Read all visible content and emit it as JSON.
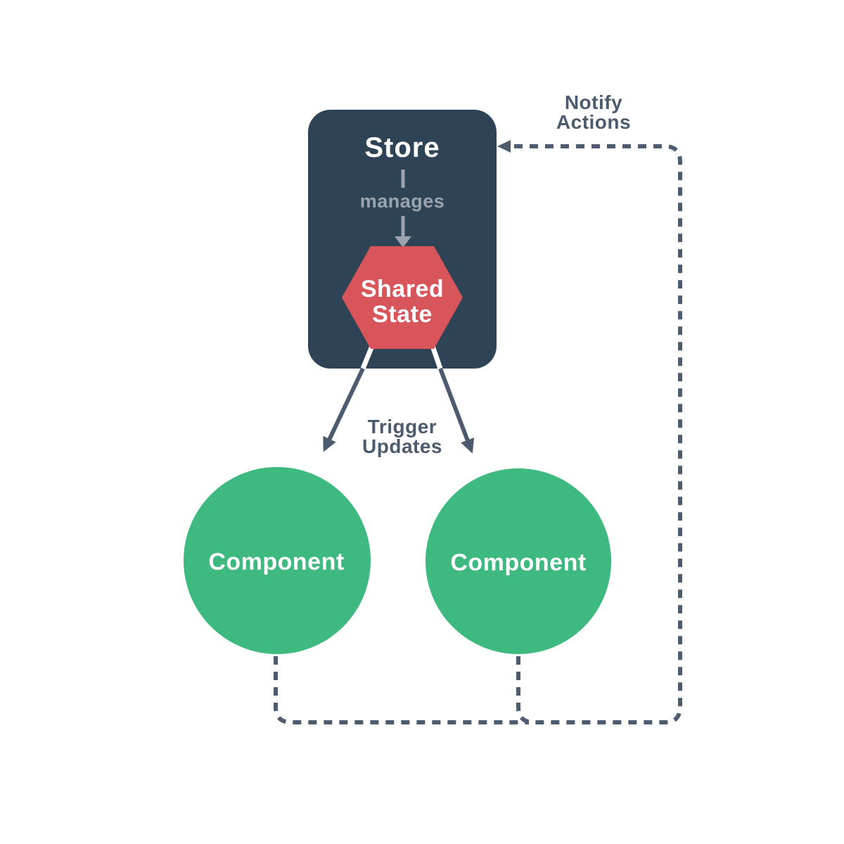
{
  "colors": {
    "background": "#ffffff",
    "store_box": "#2e4456",
    "shared_state_hexagon": "#d9555c",
    "component_circle": "#3eb980",
    "connector_slate": "#4d5b6e",
    "inner_arrow_grey": "#9ba4ae",
    "text_on_dark": "#ffffff"
  },
  "store": {
    "title": "Store",
    "relation_label": "manages"
  },
  "shared_state": {
    "label_line1": "Shared",
    "label_line2": "State"
  },
  "components": [
    {
      "label": "Component"
    },
    {
      "label": "Component"
    }
  ],
  "edges": {
    "notify": {
      "label_line1": "Notify",
      "label_line2": "Actions"
    },
    "trigger": {
      "label_line1": "Trigger",
      "label_line2": "Updates"
    }
  }
}
